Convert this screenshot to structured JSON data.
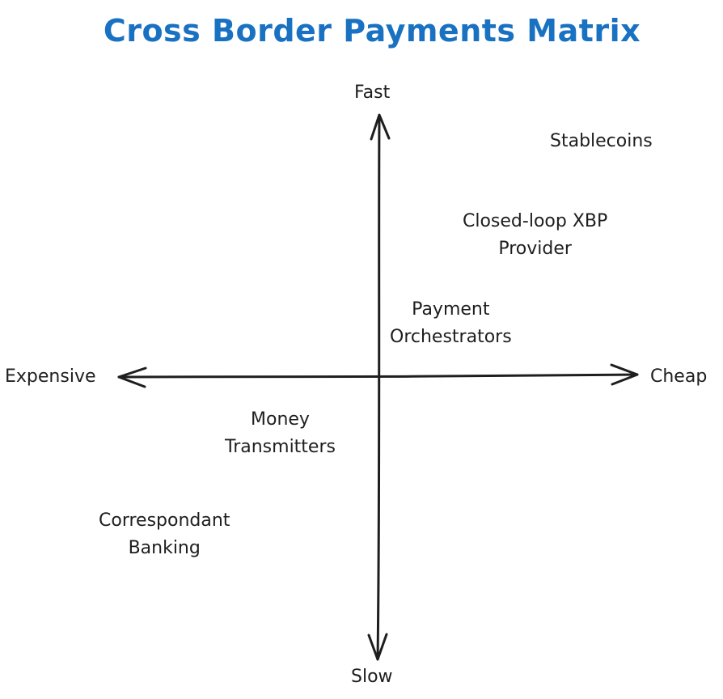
{
  "title": "Cross Border Payments Matrix",
  "axes": {
    "top": "Fast",
    "bottom": "Slow",
    "left": "Expensive",
    "right": "Cheap"
  },
  "items": {
    "stablecoins": [
      "Stablecoins"
    ],
    "closed_loop": [
      "Closed-loop XBP",
      "Provider"
    ],
    "orchestrators": [
      "Payment",
      "Orchestrators"
    ],
    "money_transmitters": [
      "Money",
      "Transmitters"
    ],
    "correspondent_banking": [
      "Correspondant",
      "Banking"
    ]
  },
  "colors": {
    "title": "#1971c2",
    "stroke": "#1e1e1e"
  }
}
